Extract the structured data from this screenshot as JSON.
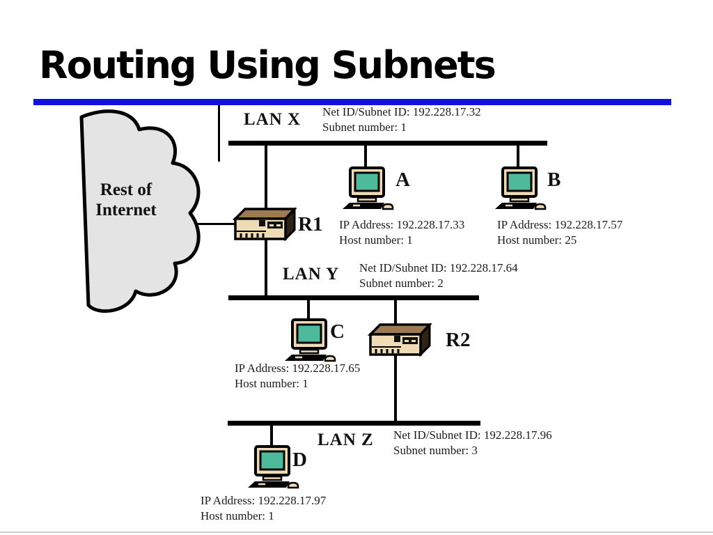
{
  "slide": {
    "title": "Routing Using Subnets",
    "accent_color": "#1010E0"
  },
  "diagram": {
    "cloud": {
      "label_line1": "Rest of",
      "label_line2": "Internet"
    },
    "lans": [
      {
        "name": "LAN X",
        "net_id": "Net ID/Subnet ID: 192.228.17.32",
        "subnet": "Subnet number: 1"
      },
      {
        "name": "LAN Y",
        "net_id": "Net ID/Subnet ID: 192.228.17.64",
        "subnet": "Subnet number: 2"
      },
      {
        "name": "LAN Z",
        "net_id": "Net ID/Subnet ID: 192.228.17.96",
        "subnet": "Subnet number: 3"
      }
    ],
    "routers": [
      {
        "name": "R1"
      },
      {
        "name": "R2"
      }
    ],
    "hosts": [
      {
        "name": "A",
        "ip": "IP Address: 192.228.17.33",
        "host_number": "Host number: 1"
      },
      {
        "name": "B",
        "ip": "IP Address: 192.228.17.57",
        "host_number": "Host number: 25"
      },
      {
        "name": "C",
        "ip": "IP Address: 192.228.17.65",
        "host_number": "Host number: 1"
      },
      {
        "name": "D",
        "ip": "IP Address: 192.228.17.97",
        "host_number": "Host number: 1"
      }
    ],
    "colors": {
      "screen_teal": "#4CBA9B",
      "case_beige": "#EFDCB4",
      "router_top_brown": "#9C7B52",
      "cloud_fill": "#E4E4E4"
    }
  }
}
